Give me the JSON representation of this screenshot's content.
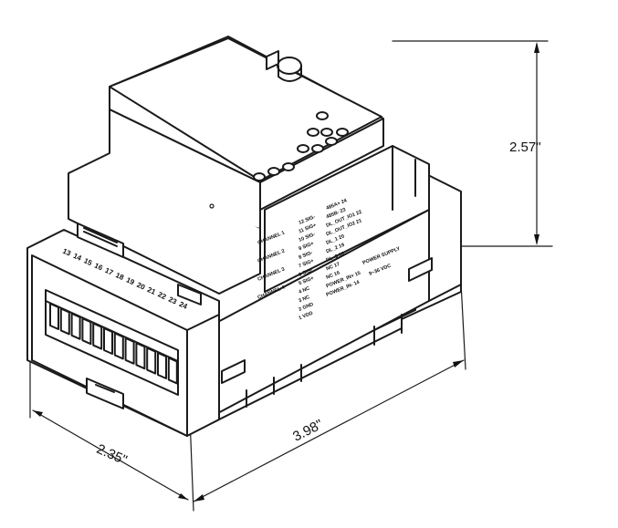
{
  "dimensions": {
    "height": "2.57\"",
    "length": "3.98\"",
    "width": "2.35\""
  },
  "terminal_numbers": [
    "13",
    "14",
    "15",
    "16",
    "17",
    "18",
    "19",
    "20",
    "21",
    "22",
    "23",
    "24"
  ],
  "left_labels": {
    "channel_1": "CHANNEL 1",
    "channel_2": "CHANNEL 2",
    "channel_3": "CHANNEL 3",
    "channel_4": "CHANNEL 4",
    "pins": [
      "12 SIG-",
      "11 SIG+",
      "10 SIG-",
      "9 SIG+",
      "8 SIG-",
      "7 SIG+",
      "6 SIG-",
      "5 SIG+",
      "4 NC",
      "3 NC",
      "2 GND",
      "1 VDD"
    ]
  },
  "right_labels": {
    "pins": [
      "485A+ 24",
      "485B- 23",
      "DL_OUT_IO1 22",
      "DL_OUT_IO2 21",
      "DL_1 20",
      "DL_2 19",
      "DL_3 18",
      "NC 17",
      "NC 16",
      "POWER_IN+ 15",
      "POWER_IN- 14"
    ],
    "supply": "POWER SUPPLY",
    "voltage": "9~36 VDC"
  }
}
